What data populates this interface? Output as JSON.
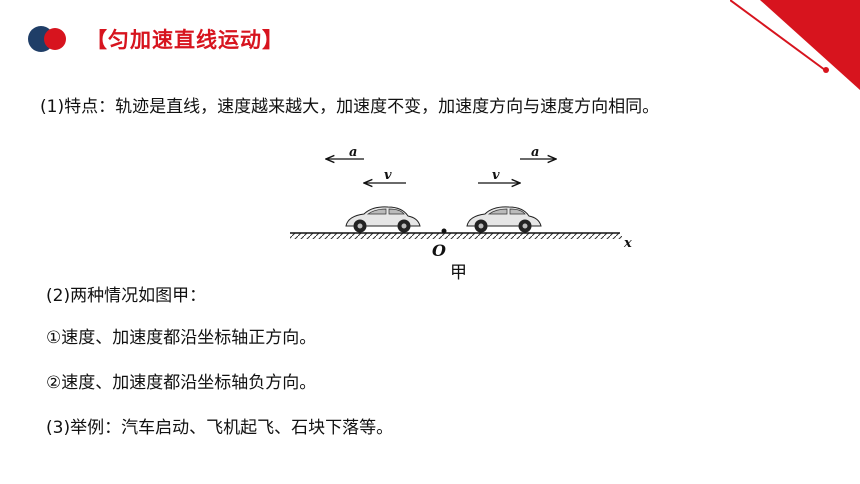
{
  "header": {
    "title": "【匀加速直线运动】",
    "accent_color": "#d7141e",
    "brand_blue": "#1f3e67"
  },
  "content": {
    "feature": "(1)特点：轨迹是直线，速度越来越大，加速度不变，加速度方向与速度方向相同。",
    "cases_intro": "(2)两种情况如图甲：",
    "case_positive": "①速度、加速度都沿坐标轴正方向。",
    "case_negative": "②速度、加速度都沿坐标轴负方向。",
    "examples": "(3)举例：汽车启动、飞机起飞、石块下落等。"
  },
  "figure": {
    "left_accel_label": "a",
    "left_velocity_label": "v",
    "right_accel_label": "a",
    "right_velocity_label": "v",
    "origin_label": "O",
    "axis_label": "x",
    "caption": "甲"
  },
  "icons": [
    "corner-decoration-icon",
    "header-dots-icon",
    "car-icon"
  ]
}
